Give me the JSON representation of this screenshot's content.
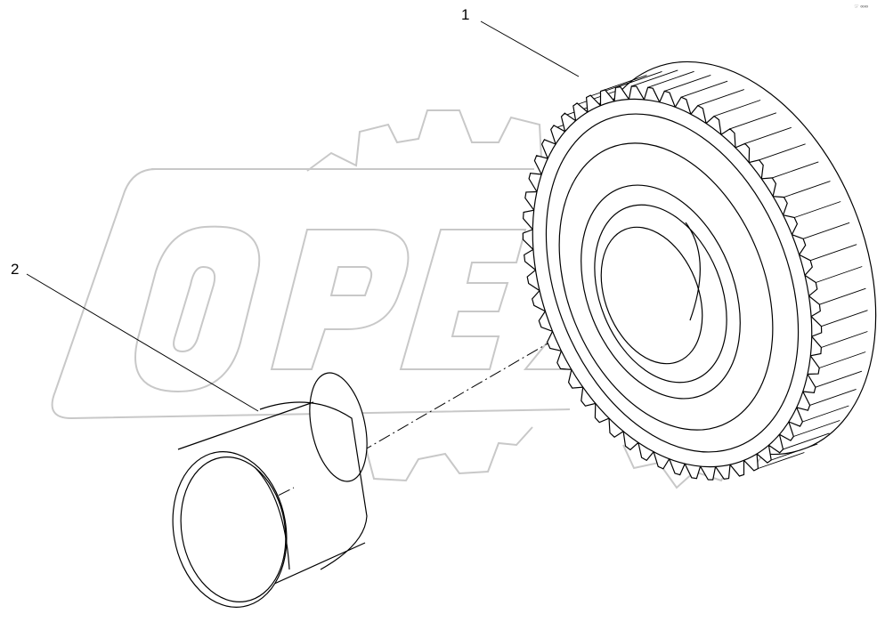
{
  "diagram": {
    "parts": [
      {
        "callout": "1",
        "icon": "helical-gear-icon"
      },
      {
        "callout": "2",
        "icon": "bushing-sleeve-icon"
      }
    ],
    "watermark": {
      "text": "OPEX",
      "icon": "gear-watermark-icon",
      "color": "#c8c8c8"
    },
    "corner_mark": "☞ ∞∞"
  },
  "colors": {
    "line": "#000000",
    "watermark": "#c8c8c8",
    "background": "#ffffff"
  }
}
